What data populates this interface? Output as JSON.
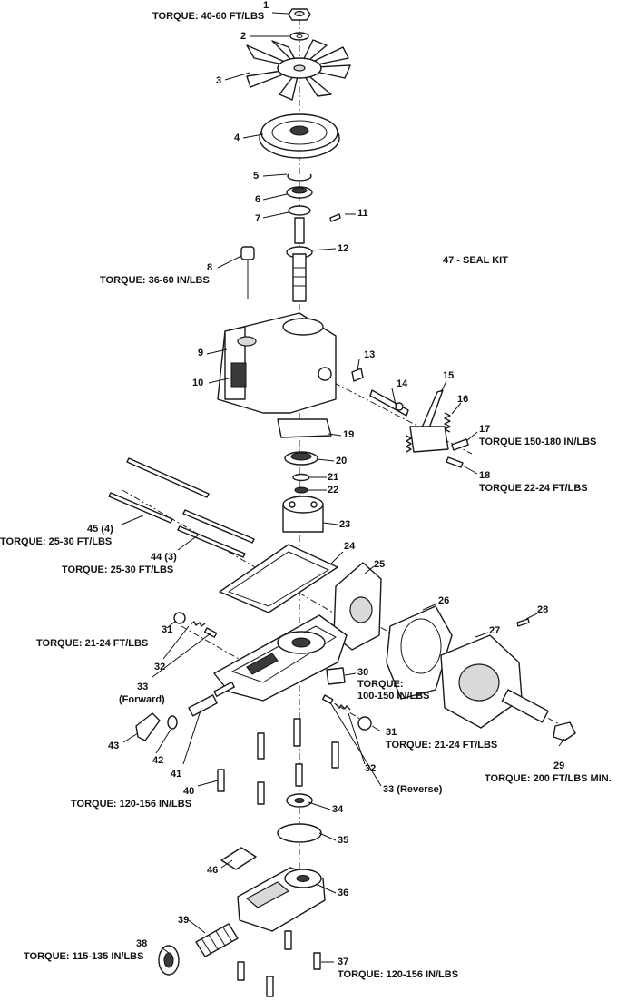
{
  "labels": {
    "c1": "1",
    "t1": "TORQUE: 40-60 FT/LBS",
    "c2": "2",
    "c3": "3",
    "c4": "4",
    "c5": "5",
    "c6": "6",
    "c7": "7",
    "c8": "8",
    "t8": "TORQUE: 36-60 IN/LBS",
    "c9": "9",
    "c10": "10",
    "c11": "11",
    "c12": "12",
    "c13": "13",
    "c14": "14",
    "c15": "15",
    "c16": "16",
    "c17": "17",
    "t17": "TORQUE 150-180 IN/LBS",
    "c18": "18",
    "t18": "TORQUE 22-24 FT/LBS",
    "c19": "19",
    "c20": "20",
    "c21": "21",
    "c22": "22",
    "c23": "23",
    "c24": "24",
    "c25": "25",
    "c26": "26",
    "c27": "27",
    "c28": "28",
    "c29": "29",
    "t29": "TORQUE: 200 FT/LBS MIN.",
    "c30": "30",
    "t30a": "TORQUE:",
    "t30b": "100-150 IN/LBS",
    "c31a": "31",
    "t31a": "TORQUE: 21-24 FT/LBS",
    "c31b": "31",
    "t31b": "TORQUE: 21-24 FT/LBS",
    "c32a": "32",
    "c32b": "32",
    "c33a": "33",
    "t33a": "(Forward)",
    "c33b": "33 (Reverse)",
    "c34": "34",
    "c35": "35",
    "c36": "36",
    "c37": "37",
    "t37": "TORQUE: 120-156 IN/LBS",
    "c38": "38",
    "t38": "TORQUE: 115-135 IN/LBS",
    "c39": "39",
    "c40": "40",
    "t40": "TORQUE: 120-156 IN/LBS",
    "c41": "41",
    "c42": "42",
    "c43": "43",
    "c44": "44 (3)",
    "t44": "TORQUE: 25-30 FT/LBS",
    "c45": "45 (4)",
    "t45": "TORQUE: 25-30 FT/LBS",
    "c46": "46",
    "seal": "47 - SEAL KIT"
  }
}
